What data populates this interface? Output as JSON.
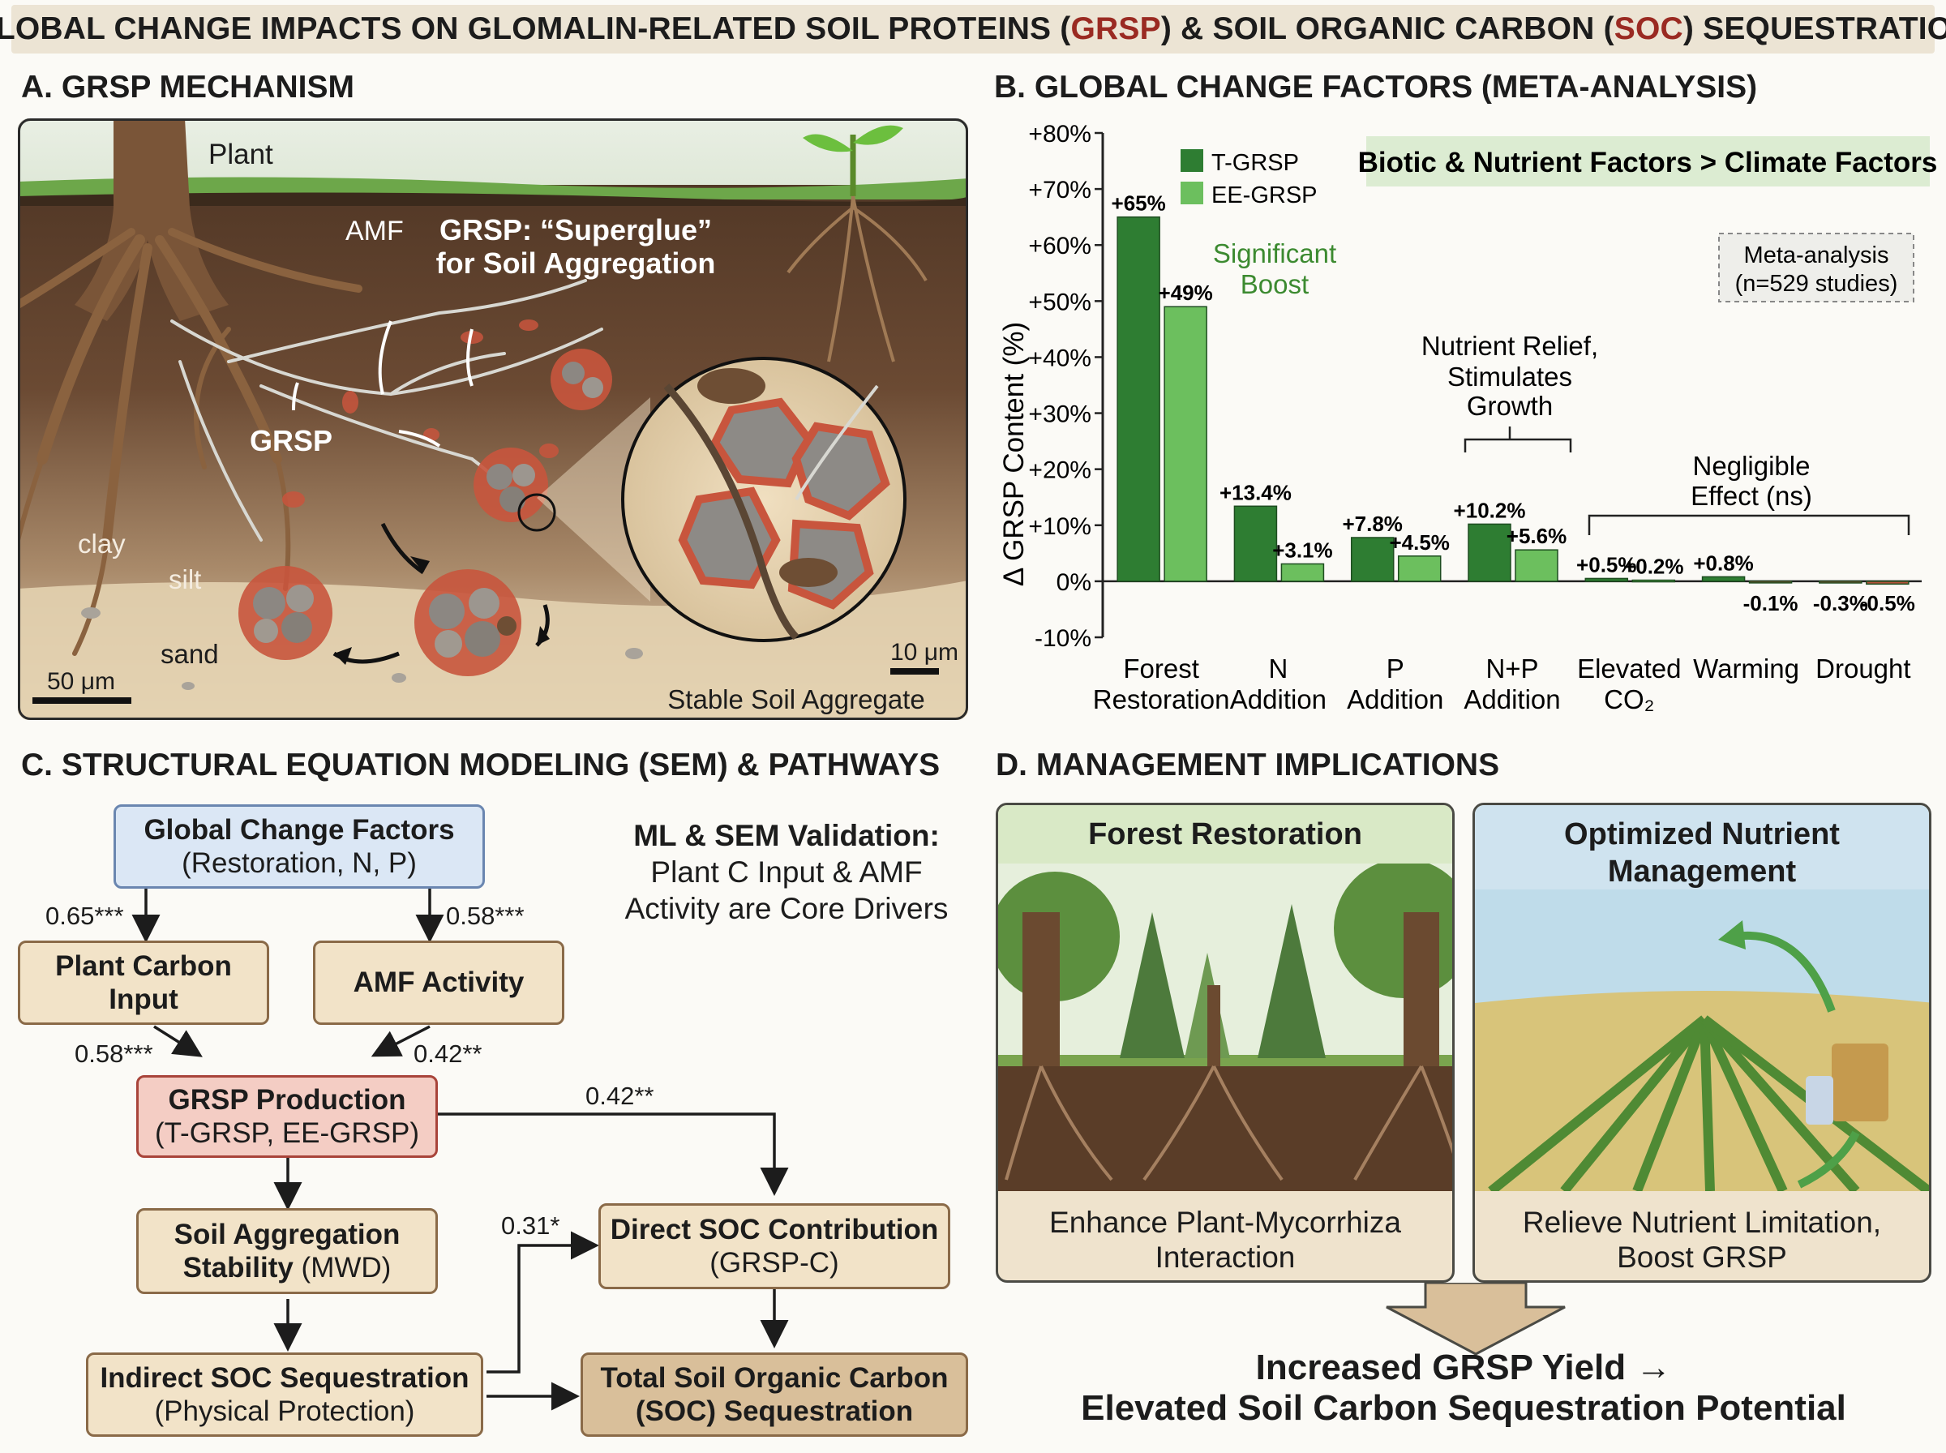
{
  "title": {
    "pre": "GLOBAL CHANGE IMPACTS ON GLOMALIN-RELATED SOIL PROTEINS (",
    "grsp": "GRSP",
    "mid": ") & SOIL ORGANIC CARBON (",
    "soc": "SOC",
    "post": ") SEQUESTRATION"
  },
  "panel_a": {
    "heading": "A. GRSP MECHANISM",
    "labels": {
      "plant": "Plant",
      "amf": "AMF",
      "superglue_1": "GRSP: “Superglue”",
      "superglue_2": "for Soil Aggregation",
      "grsp": "GRSP",
      "clay": "clay",
      "silt": "silt",
      "sand": "sand",
      "scale_50": "50 μm",
      "scale_10": "10 μm",
      "stable": "Stable Soil Aggregate"
    }
  },
  "panel_b": {
    "heading": "B. GLOBAL CHANGE FACTORS (META-ANALYSIS)",
    "banner": "Biotic & Nutrient Factors > Climate Factors",
    "meta_note_1": "Meta-analysis",
    "meta_note_2": "(n=529 studies)",
    "annotations": {
      "boost_1": "Significant",
      "boost_2": "Boost",
      "relief_1": "Nutrient Relief,",
      "relief_2": "Stimulates",
      "relief_3": "Growth",
      "negl_1": "Negligible",
      "negl_2": "Effect (ns)"
    },
    "colors": {
      "t_grsp": "#2e7d32",
      "ee_grsp": "#6cbf5e",
      "neg": "#b5533a"
    }
  },
  "chart_data": {
    "type": "bar",
    "ylabel": "Δ GRSP Content (%)",
    "ylim": [
      -10,
      80
    ],
    "yticks": [
      "-10%",
      "0%",
      "+10%",
      "+20%",
      "+30%",
      "+40%",
      "+50%",
      "+60%",
      "+70%",
      "+80%"
    ],
    "categories": [
      [
        "Forest",
        "Restoration"
      ],
      [
        "N",
        "Addition"
      ],
      [
        "P",
        "Addition"
      ],
      [
        "N+P",
        "Addition"
      ],
      [
        "Elevated",
        "CO₂"
      ],
      [
        "Warming"
      ],
      [
        "Drought"
      ]
    ],
    "series": [
      {
        "name": "T-GRSP",
        "values": [
          65,
          13.4,
          7.8,
          10.2,
          0.5,
          0.8,
          -0.3
        ],
        "labels": [
          "+65%",
          "+13.4%",
          "+7.8%",
          "+10.2%",
          "+0.5%",
          "+0.8%",
          "-0.3%"
        ]
      },
      {
        "name": "EE-GRSP",
        "values": [
          49,
          3.1,
          4.5,
          5.6,
          0.2,
          -0.1,
          -0.5
        ],
        "labels": [
          "+49%",
          "+3.1%",
          "+4.5%",
          "+5.6%",
          "+0.2%",
          "-0.1%",
          "-0.5%"
        ]
      }
    ],
    "legend": "top-left"
  },
  "panel_c": {
    "heading": "C. STRUCTURAL EQUATION MODELING (SEM) & PATHWAYS",
    "validation_1": "ML & SEM Validation:",
    "validation_2": "Plant C Input & AMF",
    "validation_3": "Activity are Core Drivers",
    "nodes": {
      "gcf_1": "Global Change Factors",
      "gcf_2": "(Restoration, N, P)",
      "plant_1": "Plant Carbon",
      "plant_2": "Input",
      "amf": "AMF Activity",
      "grsp_1": "GRSP Production",
      "grsp_2": "(T-GRSP, EE-GRSP)",
      "agg_1": "Soil Aggregation",
      "agg_2a": "Stability",
      "agg_2b": " (MWD)",
      "direct_1": "Direct SOC Contribution",
      "direct_2": "(GRSP-C)",
      "indirect_1": "Indirect SOC Sequestration",
      "indirect_2": "(Physical Protection)",
      "total_1": "Total Soil Organic Carbon",
      "total_2": "(SOC) Sequestration"
    },
    "coefs": {
      "gcf_plant": "0.65***",
      "gcf_amf": "0.58***",
      "plant_grsp": "0.58***",
      "amf_grsp": "0.42**",
      "grsp_direct": "0.42**",
      "indirect_direct": "0.31*"
    }
  },
  "panel_d": {
    "heading": "D. MANAGEMENT IMPLICATIONS",
    "forest_title": "Forest Restoration",
    "forest_caption_1": "Enhance Plant-Mycorrhiza",
    "forest_caption_2": "Interaction",
    "nutrient_title_1": "Optimized Nutrient",
    "nutrient_title_2": "Management",
    "nutrient_caption_1": "Relieve Nutrient Limitation,",
    "nutrient_caption_2": "Boost GRSP",
    "outcome_1": "Increased GRSP Yield →",
    "outcome_2": "Elevated Soil Carbon Sequestration Potential"
  }
}
